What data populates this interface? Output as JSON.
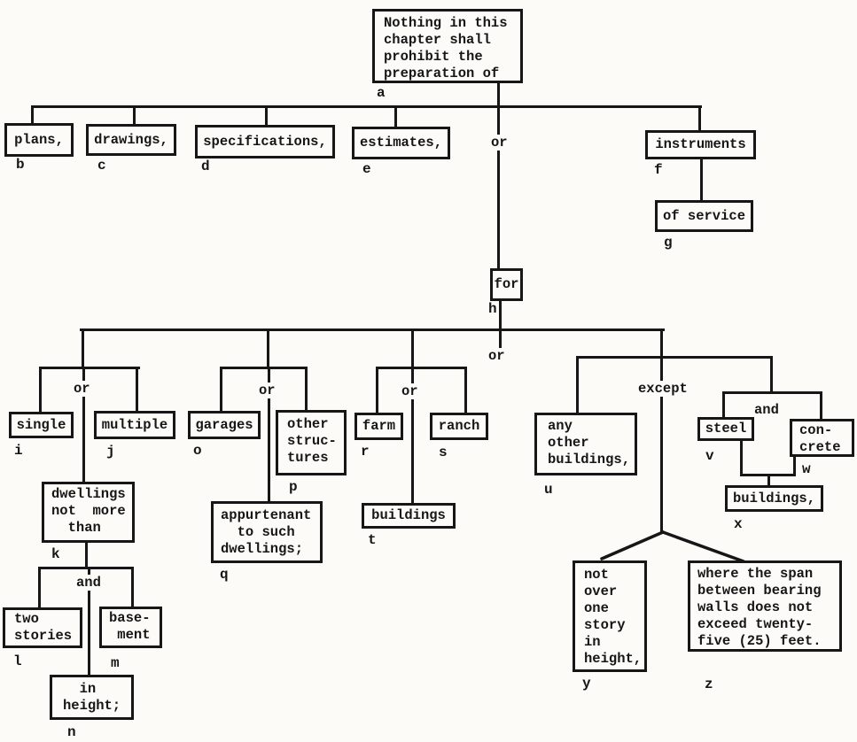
{
  "palette": {
    "paper": "#fcfbf7",
    "ink": "#161616"
  },
  "nodes": {
    "a": {
      "tag": "a",
      "text": "Nothing in this\nchapter shall\nprohibit the\npreparation of"
    },
    "b": {
      "tag": "b",
      "text": "plans,"
    },
    "c": {
      "tag": "c",
      "text": "drawings,"
    },
    "d": {
      "tag": "d",
      "text": "specifications,"
    },
    "e": {
      "tag": "e",
      "text": "estimates,"
    },
    "f": {
      "tag": "f",
      "text": "instruments"
    },
    "g": {
      "tag": "g",
      "text": "of service"
    },
    "h": {
      "tag": "h",
      "text": "for"
    },
    "i": {
      "tag": "i",
      "text": "single"
    },
    "j": {
      "tag": "j",
      "text": "multiple"
    },
    "k": {
      "tag": "k",
      "text": "dwellings\nnot  more\n  than"
    },
    "l": {
      "tag": "l",
      "text": "two\nstories"
    },
    "m": {
      "tag": "m",
      "text": "base-\n ment"
    },
    "n": {
      "tag": "n",
      "text": "  in\nheight;"
    },
    "o": {
      "tag": "o",
      "text": "garages"
    },
    "p": {
      "tag": "p",
      "text": "other\nstruc-\ntures"
    },
    "q": {
      "tag": "q",
      "text": "appurtenant\n  to such\ndwellings;"
    },
    "r": {
      "tag": "r",
      "text": "farm"
    },
    "s": {
      "tag": "s",
      "text": "ranch"
    },
    "t": {
      "tag": "t",
      "text": "buildings"
    },
    "u": {
      "tag": "u",
      "text": "any\nother\nbuildings,"
    },
    "v": {
      "tag": "v",
      "text": "steel"
    },
    "w": {
      "tag": "w",
      "text": "con-\ncrete"
    },
    "x": {
      "tag": "x",
      "text": "buildings,"
    },
    "y": {
      "tag": "y",
      "text": "not\nover\none\nstory\nin\nheight,"
    },
    "z": {
      "tag": "z",
      "text": "where the span\nbetween bearing\nwalls does not\nexceed twenty-\nfive (25) feet."
    }
  },
  "conjunctions": {
    "or_top": "or",
    "or_main": "or",
    "or_single_multiple": "or",
    "or_garages_structures": "or",
    "or_farm_ranch": "or",
    "except": "except",
    "and_steel_concrete": "and",
    "and_stories_basement": "and"
  }
}
